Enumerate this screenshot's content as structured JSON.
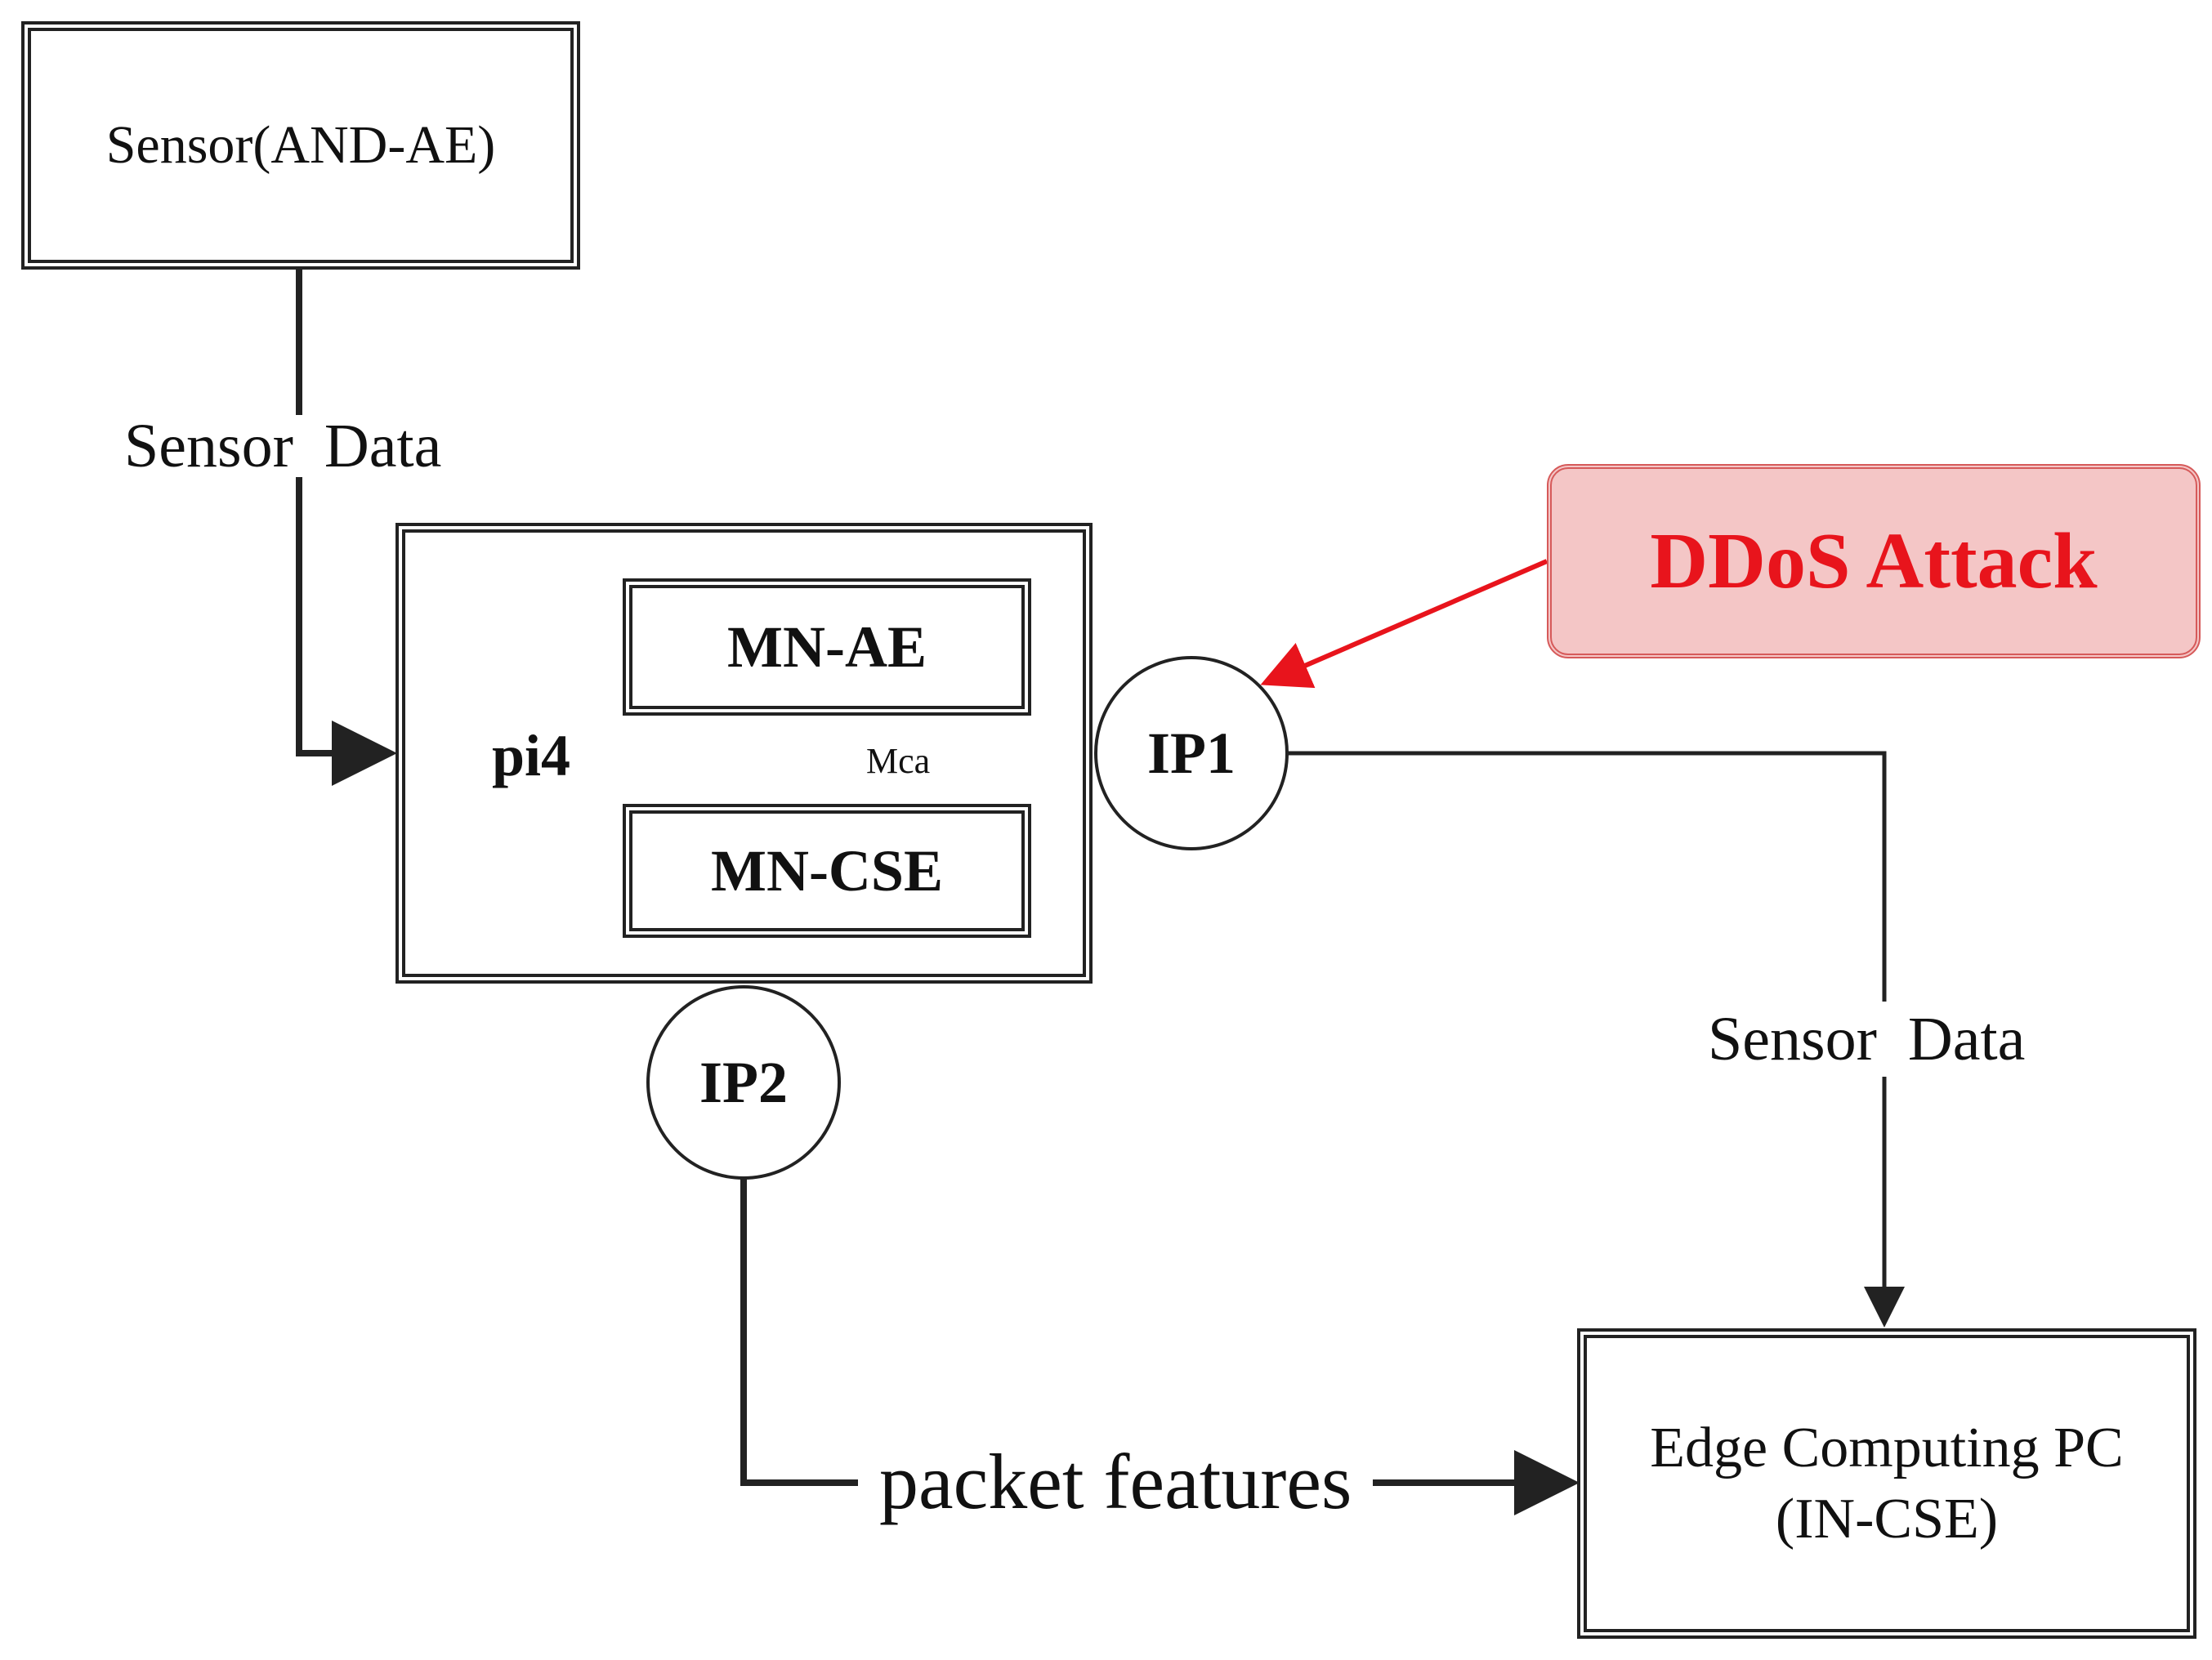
{
  "nodes": {
    "sensor": {
      "label": "Sensor(AND-AE)"
    },
    "pi4": {
      "label": "pi4"
    },
    "mn_ae": {
      "label": "MN-AE"
    },
    "mca": {
      "label": "Mca"
    },
    "mn_cse": {
      "label": "MN-CSE"
    },
    "ip1": {
      "label": "IP1"
    },
    "ip2": {
      "label": "IP2"
    },
    "edge": {
      "line1": "Edge Computing PC",
      "line2": "(IN-CSE)"
    },
    "ddos": {
      "label": "DDoS Attack"
    }
  },
  "edges": {
    "sensor_to_pi4": {
      "label": "Sensor  Data"
    },
    "ip1_to_edge": {
      "label": "Sensor  Data"
    },
    "ip2_to_edge": {
      "label": "packet features"
    }
  },
  "colors": {
    "line": "#222222",
    "attack_text": "#e8141c",
    "attack_fill": "#f4c6c6",
    "attack_border": "#d65a5a",
    "attack_arrow": "#e8141c"
  }
}
